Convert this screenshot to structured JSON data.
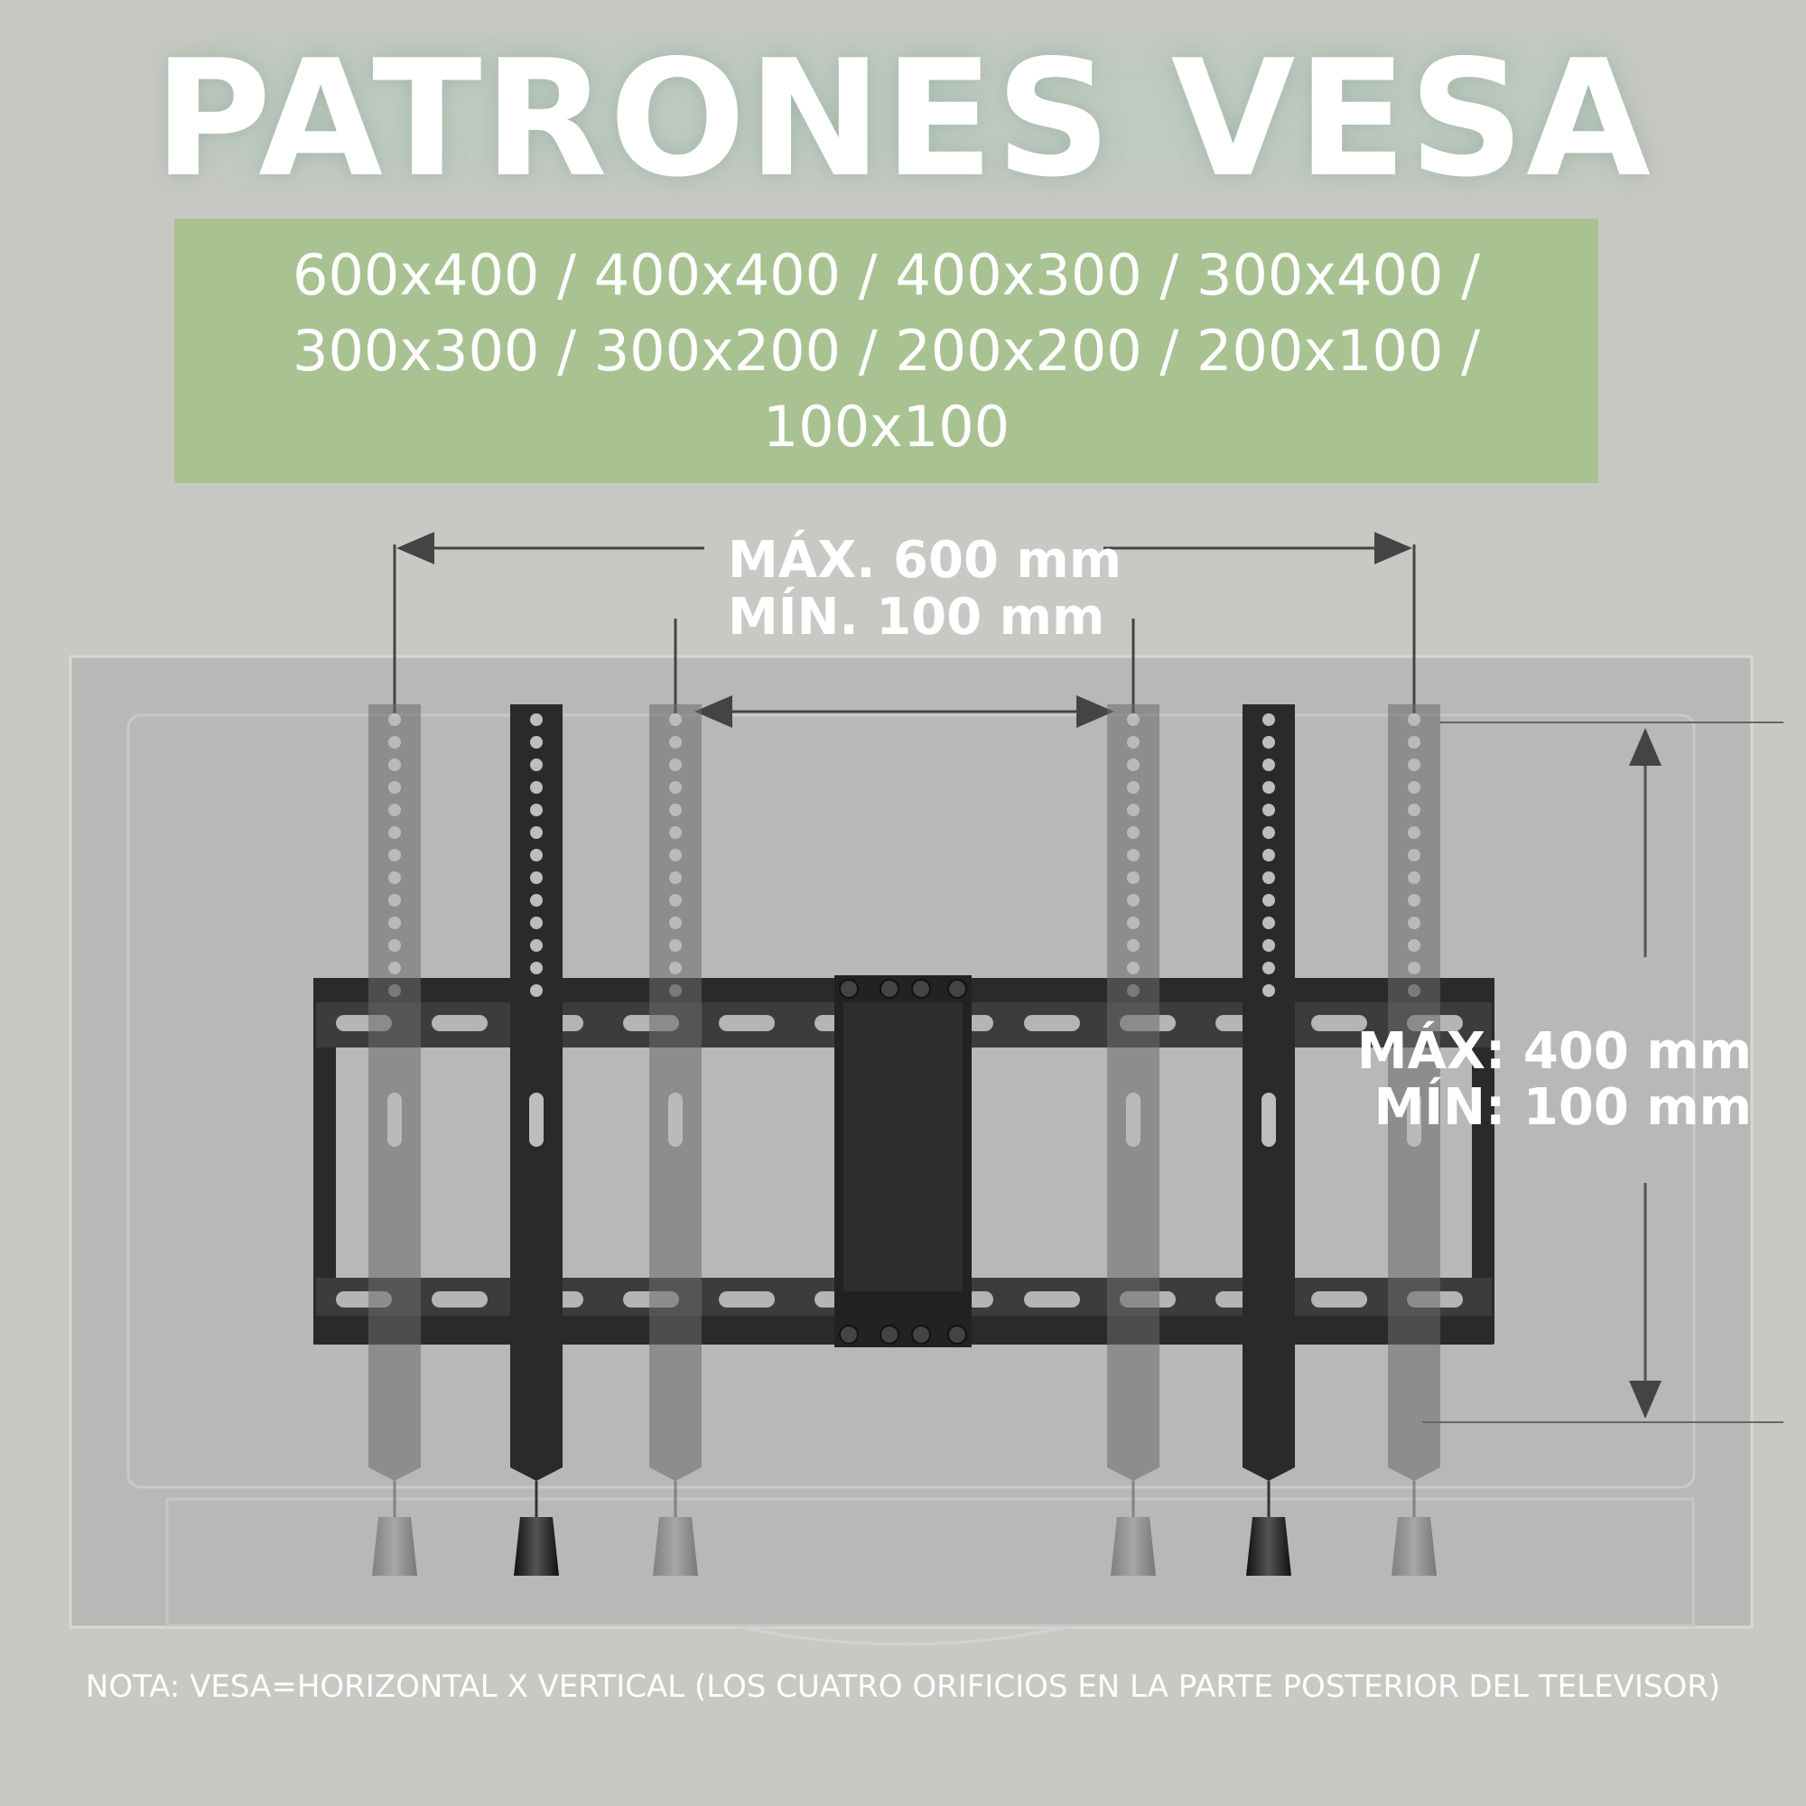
{
  "title": "PATRONES VESA",
  "patterns": {
    "line1": "600x400 / 400x400 / 400x300 / 300x400 /",
    "line2": "300x300 / 300x200 / 200x200 / 200x100 /",
    "line3": "100x100"
  },
  "horizontal": {
    "max_label": "MÁX. 600 mm",
    "min_label": "MÍN. 100 mm"
  },
  "vertical": {
    "max_label": "MÁX: 400 mm",
    "min_label": "MÍN: 100 mm"
  },
  "note": "NOTA: VESA=HORIZONTAL X VERTICAL (LOS CUATRO ORIFICIOS EN LA PARTE POSTERIOR DEL TELEVISOR)",
  "colors": {
    "background": "#c8c8c4",
    "pattern_box": "#a8c291",
    "tv_panel": "#b8b8b6",
    "bracket_dark": "#2a2a2a",
    "arm_faded": "#7a7a7a",
    "label_text": "#ffffff"
  }
}
